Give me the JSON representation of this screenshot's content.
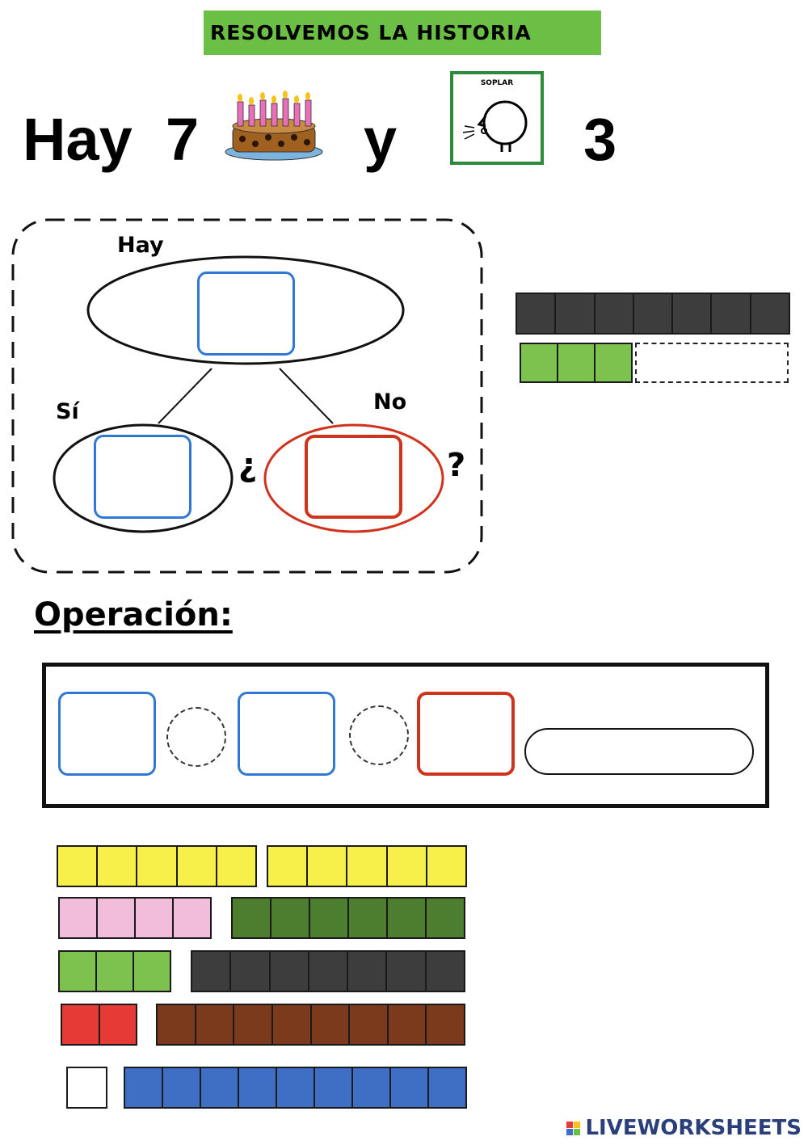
{
  "banner": {
    "title": "RESOLVEMOS LA HISTORIA"
  },
  "story": {
    "hay": "Hay",
    "count_cake": "7",
    "conj": "y",
    "count_blow": "3",
    "cake_icon": "birthday-cake-icon",
    "pictogram_label": "SOPLAR",
    "pictogram_icon": "blowing-face-icon"
  },
  "diagram": {
    "top_label": "Hay",
    "left_label": "Sí",
    "right_label": "No",
    "q_open": "¿",
    "q_close": "?"
  },
  "operation": {
    "heading": "Operación:"
  },
  "model_bars": {
    "top": {
      "cells": 7,
      "color": "#3d3d3d"
    },
    "bottom": {
      "filled_cells": 3,
      "color": "#7dc24f",
      "empty_dashed": true
    }
  },
  "rods": [
    {
      "cells": 5,
      "color": "#f7f04a"
    },
    {
      "cells": 5,
      "color": "#f7f04a"
    },
    {
      "cells": 4,
      "color": "#f2bddb"
    },
    {
      "cells": 6,
      "color": "#4d7d2f"
    },
    {
      "cells": 3,
      "color": "#7dc24f"
    },
    {
      "cells": 7,
      "color": "#3d3d3d"
    },
    {
      "cells": 2,
      "color": "#e63a36"
    },
    {
      "cells": 8,
      "color": "#7b3a1c"
    },
    {
      "cells": 1,
      "color": "#ffffff"
    },
    {
      "cells": 9,
      "color": "#3f6fc4"
    }
  ],
  "watermark": {
    "text": "LIVEWORKSHEETS"
  },
  "colors": {
    "banner": "#6cbf45",
    "blue_box": "#2f78d3",
    "red_box": "#d0331d"
  }
}
